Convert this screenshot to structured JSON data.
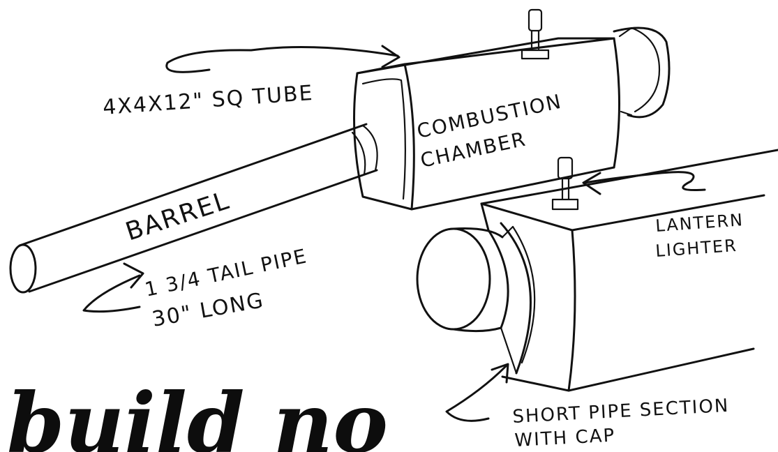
{
  "labels": {
    "tube": "4X4X12\" SQ TUBE",
    "chamber_line1": "COMBUSTION",
    "chamber_line2": "CHAMBER",
    "barrel": "BARREL",
    "tailpipe_line1": "1 3/4 TAIL PIPE",
    "tailpipe_line2": "30\" LONG",
    "lighter_line1": "LANTERN",
    "lighter_line2": "LIGHTER",
    "pipe_line1": "SHORT PIPE SECTION",
    "pipe_line2": "WITH CAP",
    "brush_text": "build no"
  },
  "colors": {
    "ink": "#111111",
    "paper": "#ffffff"
  }
}
